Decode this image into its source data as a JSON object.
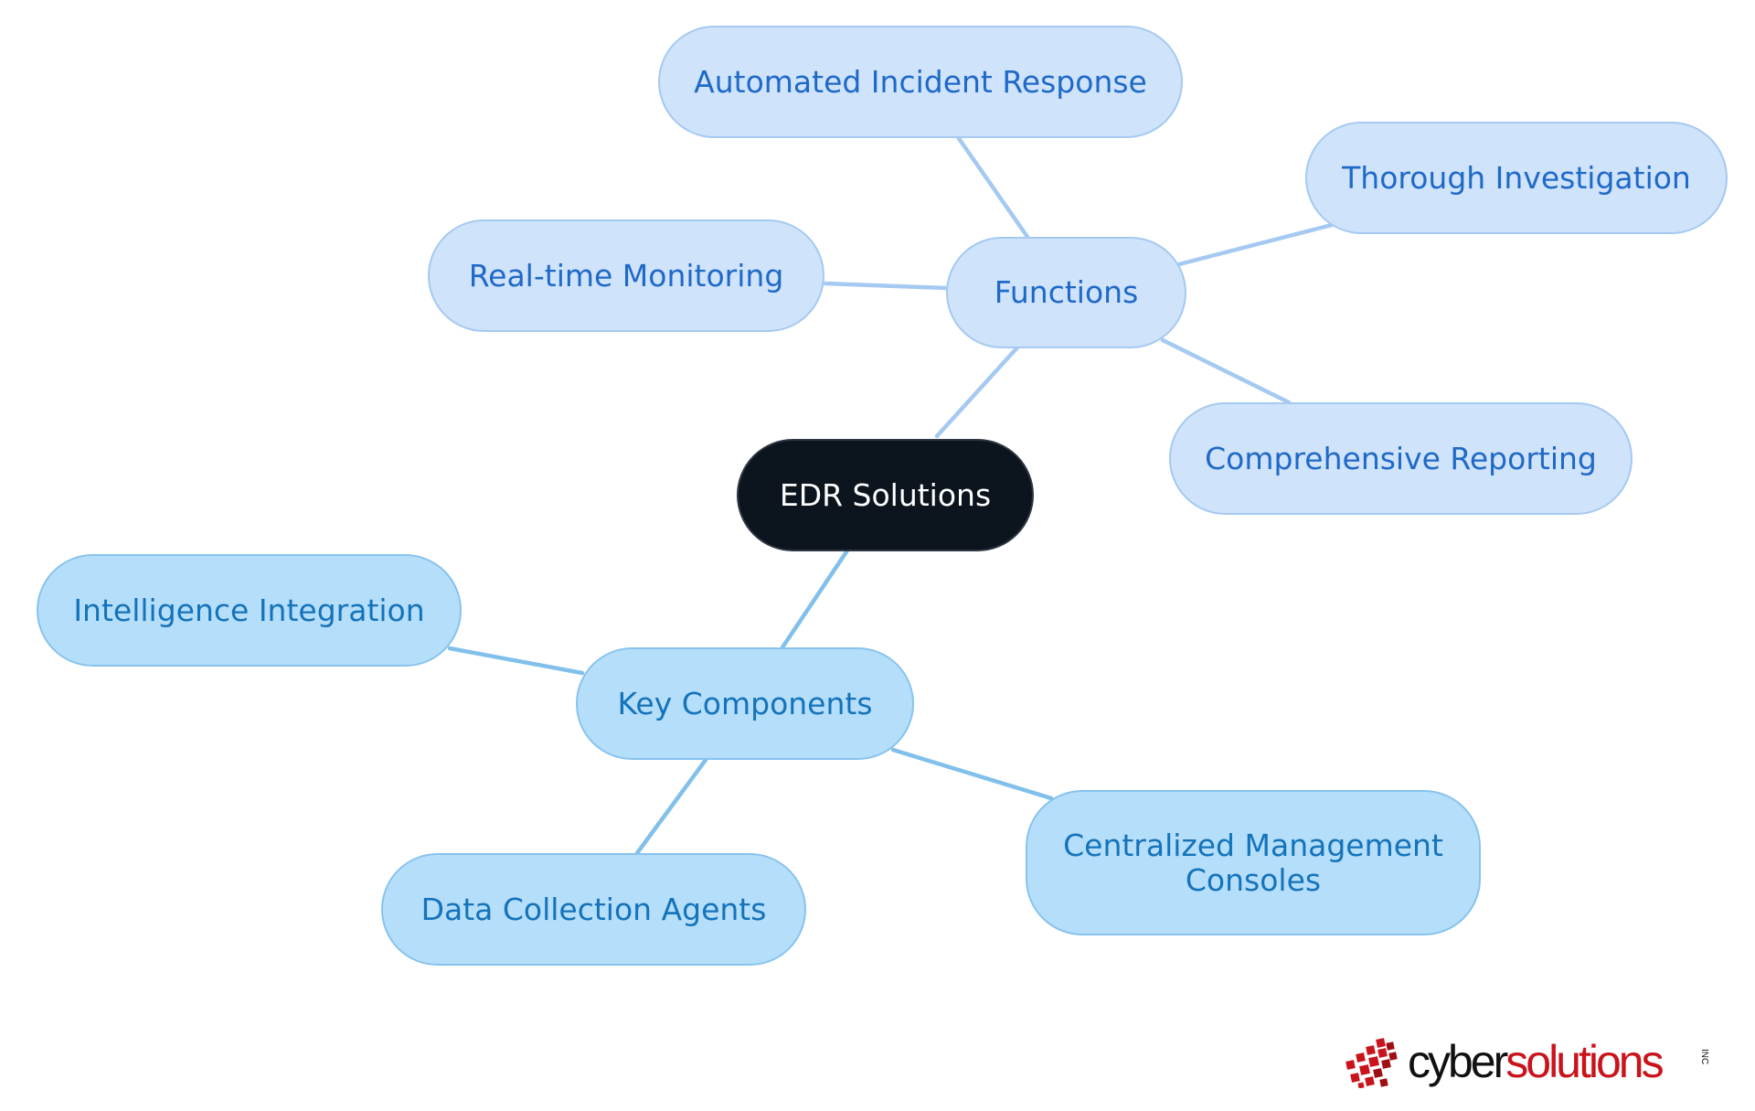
{
  "colors": {
    "root_fill": "#0c141e",
    "root_text": "#ffffff",
    "functions_fill": "#cfe3fb",
    "functions_text": "#1f69c7",
    "functions_edge": "#a5c9f1",
    "components_fill": "#b5defa",
    "components_text": "#1473ba",
    "components_edge": "#80c0ea",
    "logo_dark": "#111111",
    "logo_red": "#c9141c"
  },
  "diagram": {
    "root": {
      "label": "EDR Solutions"
    },
    "branches": [
      {
        "label": "Functions",
        "children": [
          {
            "label": "Automated Incident Response"
          },
          {
            "label": "Thorough Investigation"
          },
          {
            "label": "Real-time Monitoring"
          },
          {
            "label": "Comprehensive Reporting"
          }
        ]
      },
      {
        "label": "Key Components",
        "children": [
          {
            "label": "Intelligence Integration"
          },
          {
            "label": "Centralized Management Consoles"
          },
          {
            "label": "Data Collection Agents"
          }
        ]
      }
    ]
  },
  "logo": {
    "cyber": "cyber",
    "solutions": "solutions",
    "suffix": "INC",
    "mark_icon": "red-pixel-grid-icon"
  }
}
